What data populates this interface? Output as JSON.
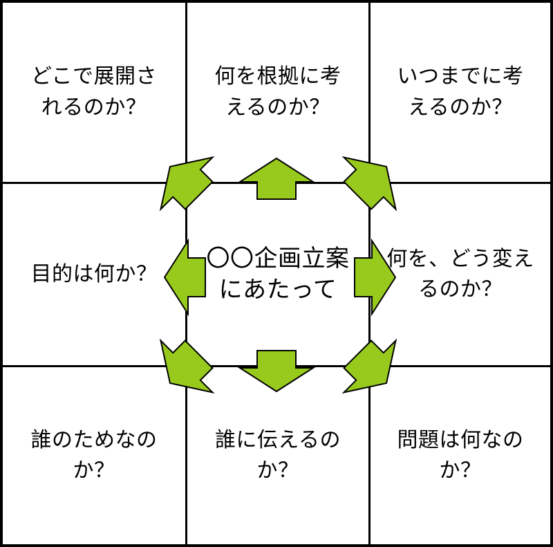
{
  "diagram": {
    "kind": "nine-box-planning-grid",
    "cells": {
      "top_left": {
        "text": "どこで展開さ\nれるのか？"
      },
      "top_center": {
        "text": "何を根拠に考\nえるのか？"
      },
      "top_right": {
        "text": "いつまでに考\nえるのか？"
      },
      "mid_left": {
        "text": "目的は何か？"
      },
      "center": {
        "text": "〇〇企画立案\nにあたって"
      },
      "mid_right": {
        "text": "何を、どう変え\nるのか？"
      },
      "bottom_left": {
        "text": "誰のためなの\nか？"
      },
      "bottom_center": {
        "text": "誰に伝えるの\nか？"
      },
      "bottom_right": {
        "text": "問題は何なの\nか？"
      }
    },
    "arrows": {
      "directions": [
        "up-left",
        "up",
        "up-right",
        "left",
        "right",
        "down-left",
        "down",
        "down-right"
      ],
      "meaning": "radiating outward from center cell"
    }
  },
  "colors": {
    "arrow_fill": "#98CA1E",
    "arrow_outline": "#000000",
    "grid_line": "#000000",
    "background": "#FFFFFF",
    "text": "#000000"
  }
}
